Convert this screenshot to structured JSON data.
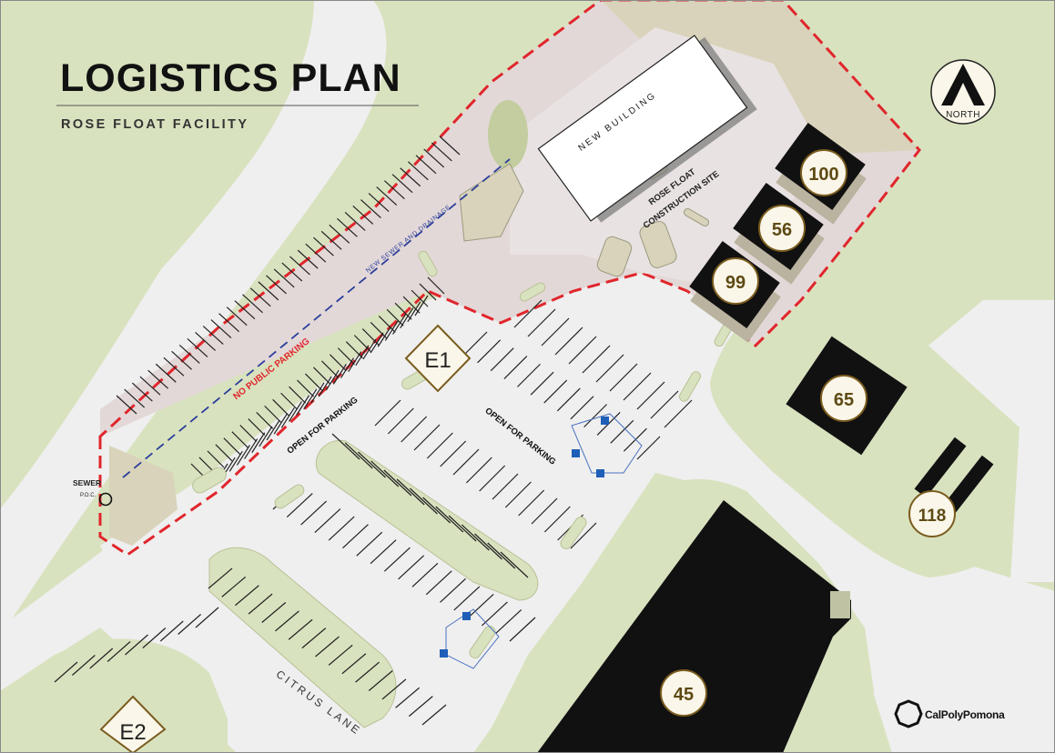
{
  "header": {
    "title": "LOGISTICS PLAN",
    "subtitle": "ROSE FLOAT FACILITY"
  },
  "compass": {
    "label": "NORTH",
    "icon": "north-arrow-icon"
  },
  "logo": {
    "text": "CalPolyPomona",
    "icon": "cal-poly-pomona-logo-icon"
  },
  "site": {
    "new_building": "NEW BUILDING",
    "construction_site_line1": "ROSE FLOAT",
    "construction_site_line2": "CONSTRUCTION SITE",
    "sewer_line": "NEW SEWER AND DRAINAGE",
    "no_public_parking": "NO PUBLIC PARKING",
    "sewer_label": "SEWER",
    "sewer_poc": "P.O.C."
  },
  "parking": {
    "open_1": "OPEN FOR PARKING",
    "open_2": "OPEN FOR PARKING"
  },
  "entrances": {
    "e1": "E1",
    "e2": "E2"
  },
  "street": {
    "citrus": "CITRUS LANE"
  },
  "buildings": {
    "b100": "100",
    "b56": "56",
    "b99": "99",
    "b65": "65",
    "b118": "118",
    "b45": "45"
  },
  "colors": {
    "grass": "#d9e2bf",
    "pavement": "#efefef",
    "site_fill": "#e3d8d8",
    "boundary": "#e0262c",
    "sewer": "#2b3f9a",
    "building_dark": "#111111",
    "badge_fill": "#faf6e9",
    "badge_border": "#7a5c1e",
    "badge_text": "#5e4a14",
    "accessible": "#1f5fb8"
  }
}
